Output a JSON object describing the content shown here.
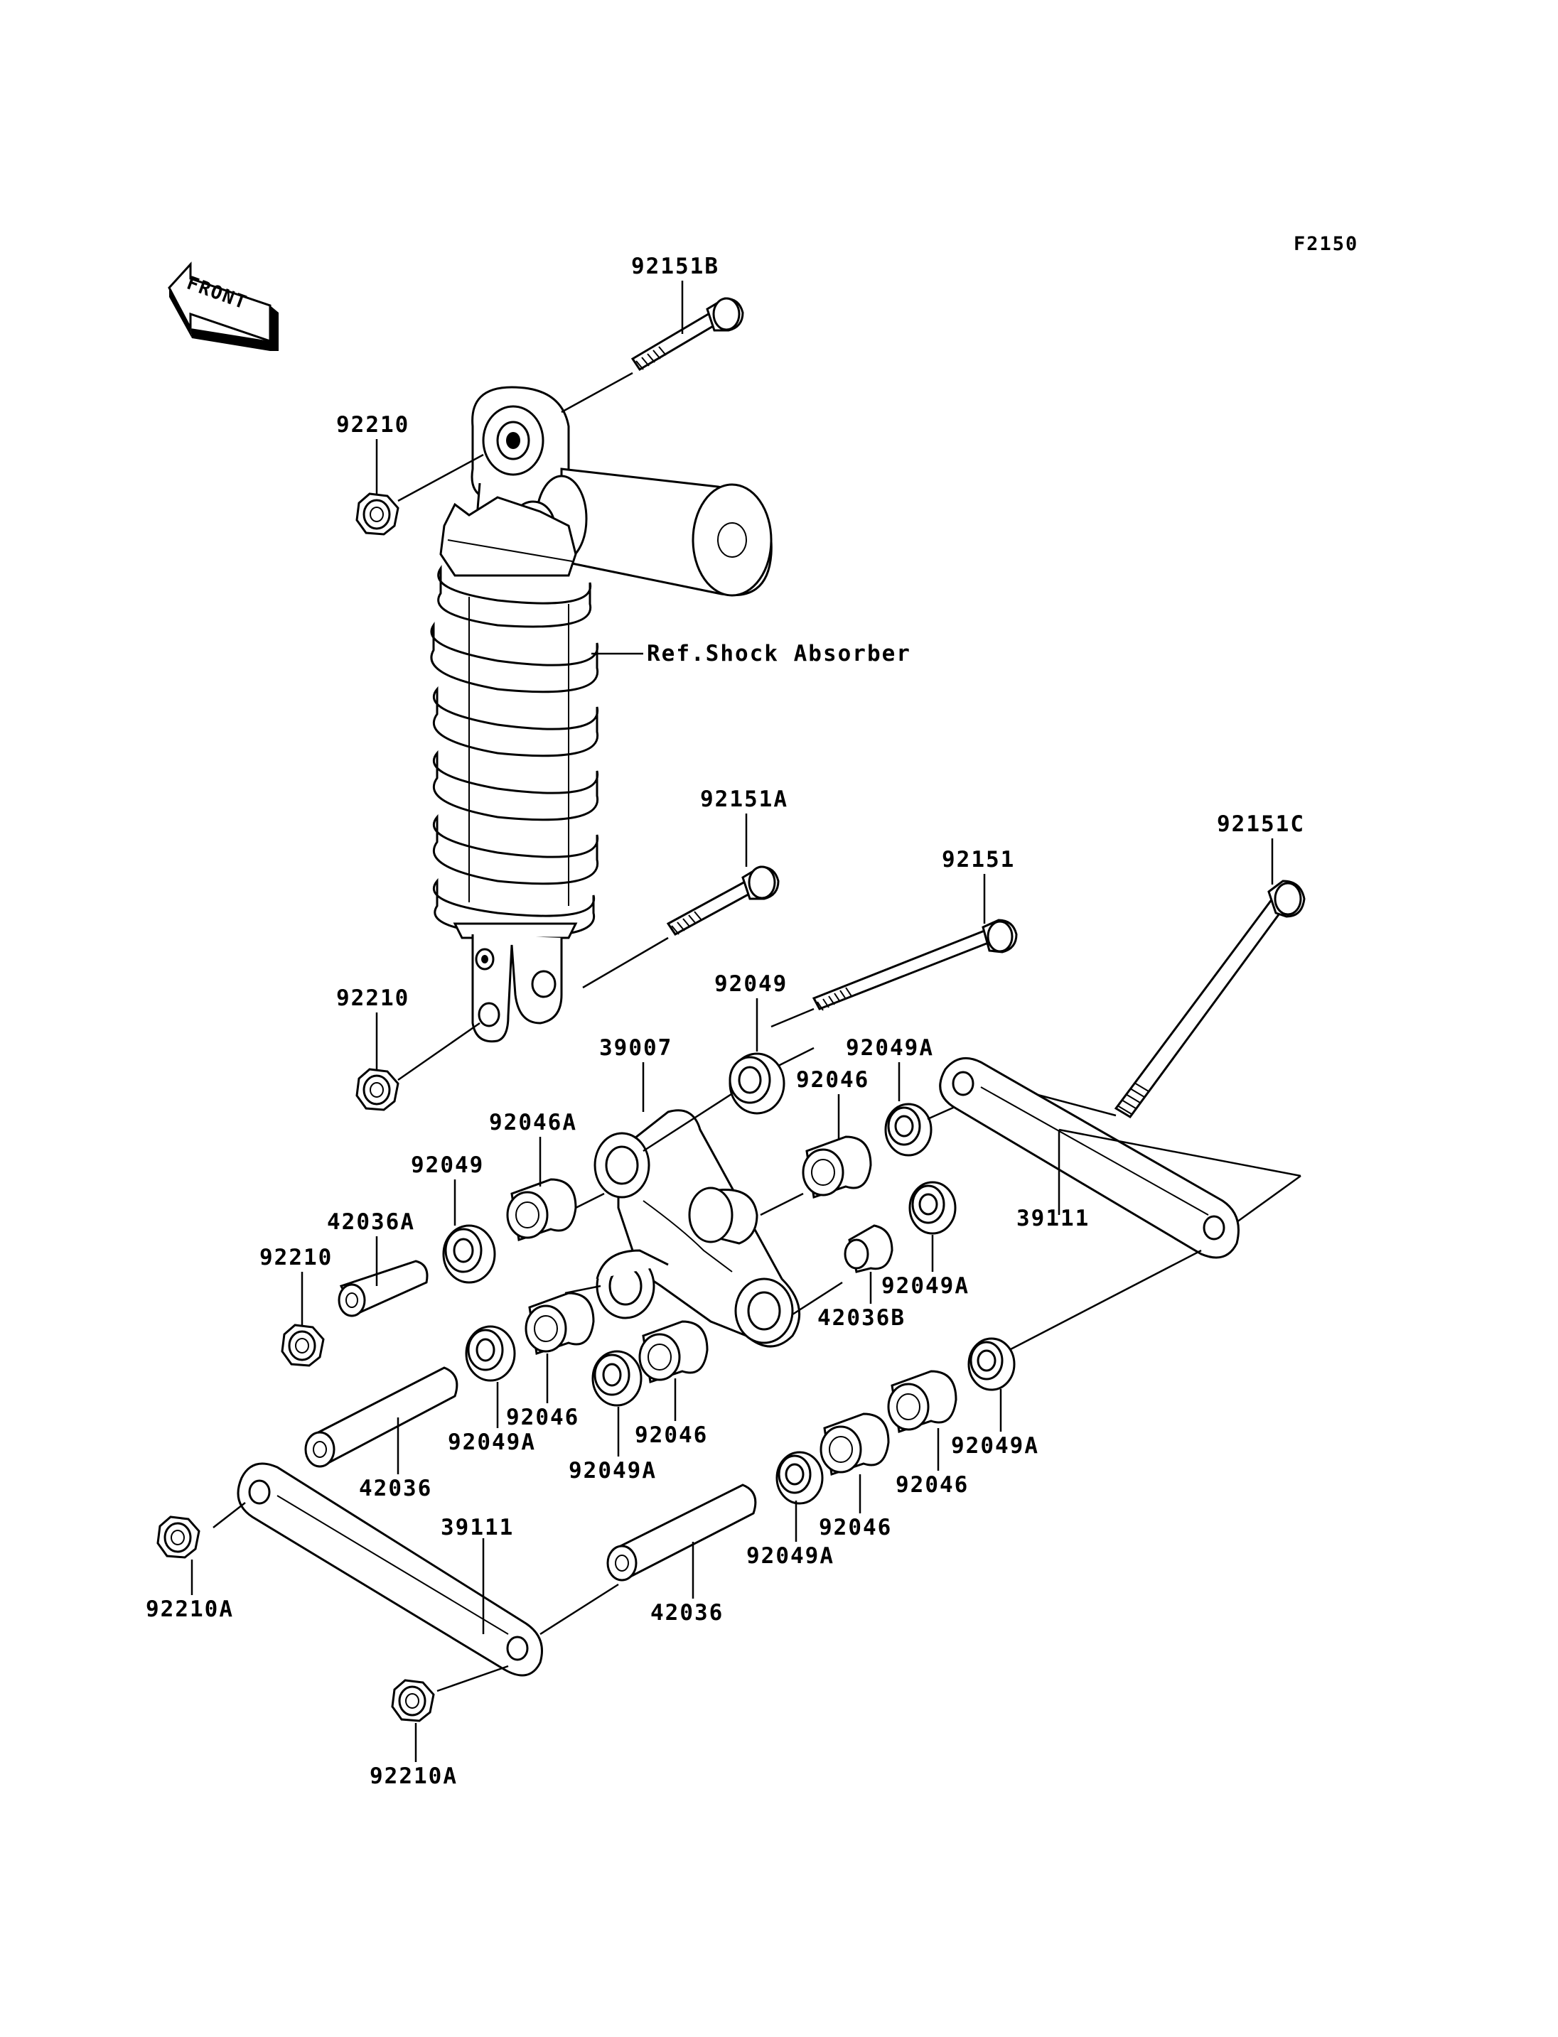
{
  "diagram": {
    "figure_code": "F2150",
    "front_label": "FRONT",
    "reference_label": "Ref.Shock Absorber",
    "parts": [
      {
        "id": "p-92151b",
        "label": "92151B"
      },
      {
        "id": "p-92210-top",
        "label": "92210"
      },
      {
        "id": "p-92151a",
        "label": "92151A"
      },
      {
        "id": "p-92151",
        "label": "92151"
      },
      {
        "id": "p-92151c",
        "label": "92151C"
      },
      {
        "id": "p-92210-mid",
        "label": "92210"
      },
      {
        "id": "p-92049-upper",
        "label": "92049"
      },
      {
        "id": "p-39007",
        "label": "39007"
      },
      {
        "id": "p-92049a-r1",
        "label": "92049A"
      },
      {
        "id": "p-92046-upper",
        "label": "92046"
      },
      {
        "id": "p-92046a",
        "label": "92046A"
      },
      {
        "id": "p-92049-left",
        "label": "92049"
      },
      {
        "id": "p-42036a",
        "label": "42036A"
      },
      {
        "id": "p-92210-left",
        "label": "92210"
      },
      {
        "id": "p-39111-right",
        "label": "39111"
      },
      {
        "id": "p-92049a-r2",
        "label": "92049A"
      },
      {
        "id": "p-42036b",
        "label": "42036B"
      },
      {
        "id": "p-92046-c1",
        "label": "92046"
      },
      {
        "id": "p-92049a-c1",
        "label": "92049A"
      },
      {
        "id": "p-92046-c2",
        "label": "92046"
      },
      {
        "id": "p-92049a-c2",
        "label": "92049A"
      },
      {
        "id": "p-42036-left",
        "label": "42036"
      },
      {
        "id": "p-39111-left",
        "label": "39111"
      },
      {
        "id": "p-92210a-left",
        "label": "92210A"
      },
      {
        "id": "p-92210a-bottom",
        "label": "92210A"
      },
      {
        "id": "p-42036-right",
        "label": "42036"
      },
      {
        "id": "p-92049a-br1",
        "label": "92049A"
      },
      {
        "id": "p-92046-br1",
        "label": "92046"
      },
      {
        "id": "p-92046-br2",
        "label": "92046"
      },
      {
        "id": "p-92049a-br2",
        "label": "92049A"
      }
    ]
  }
}
